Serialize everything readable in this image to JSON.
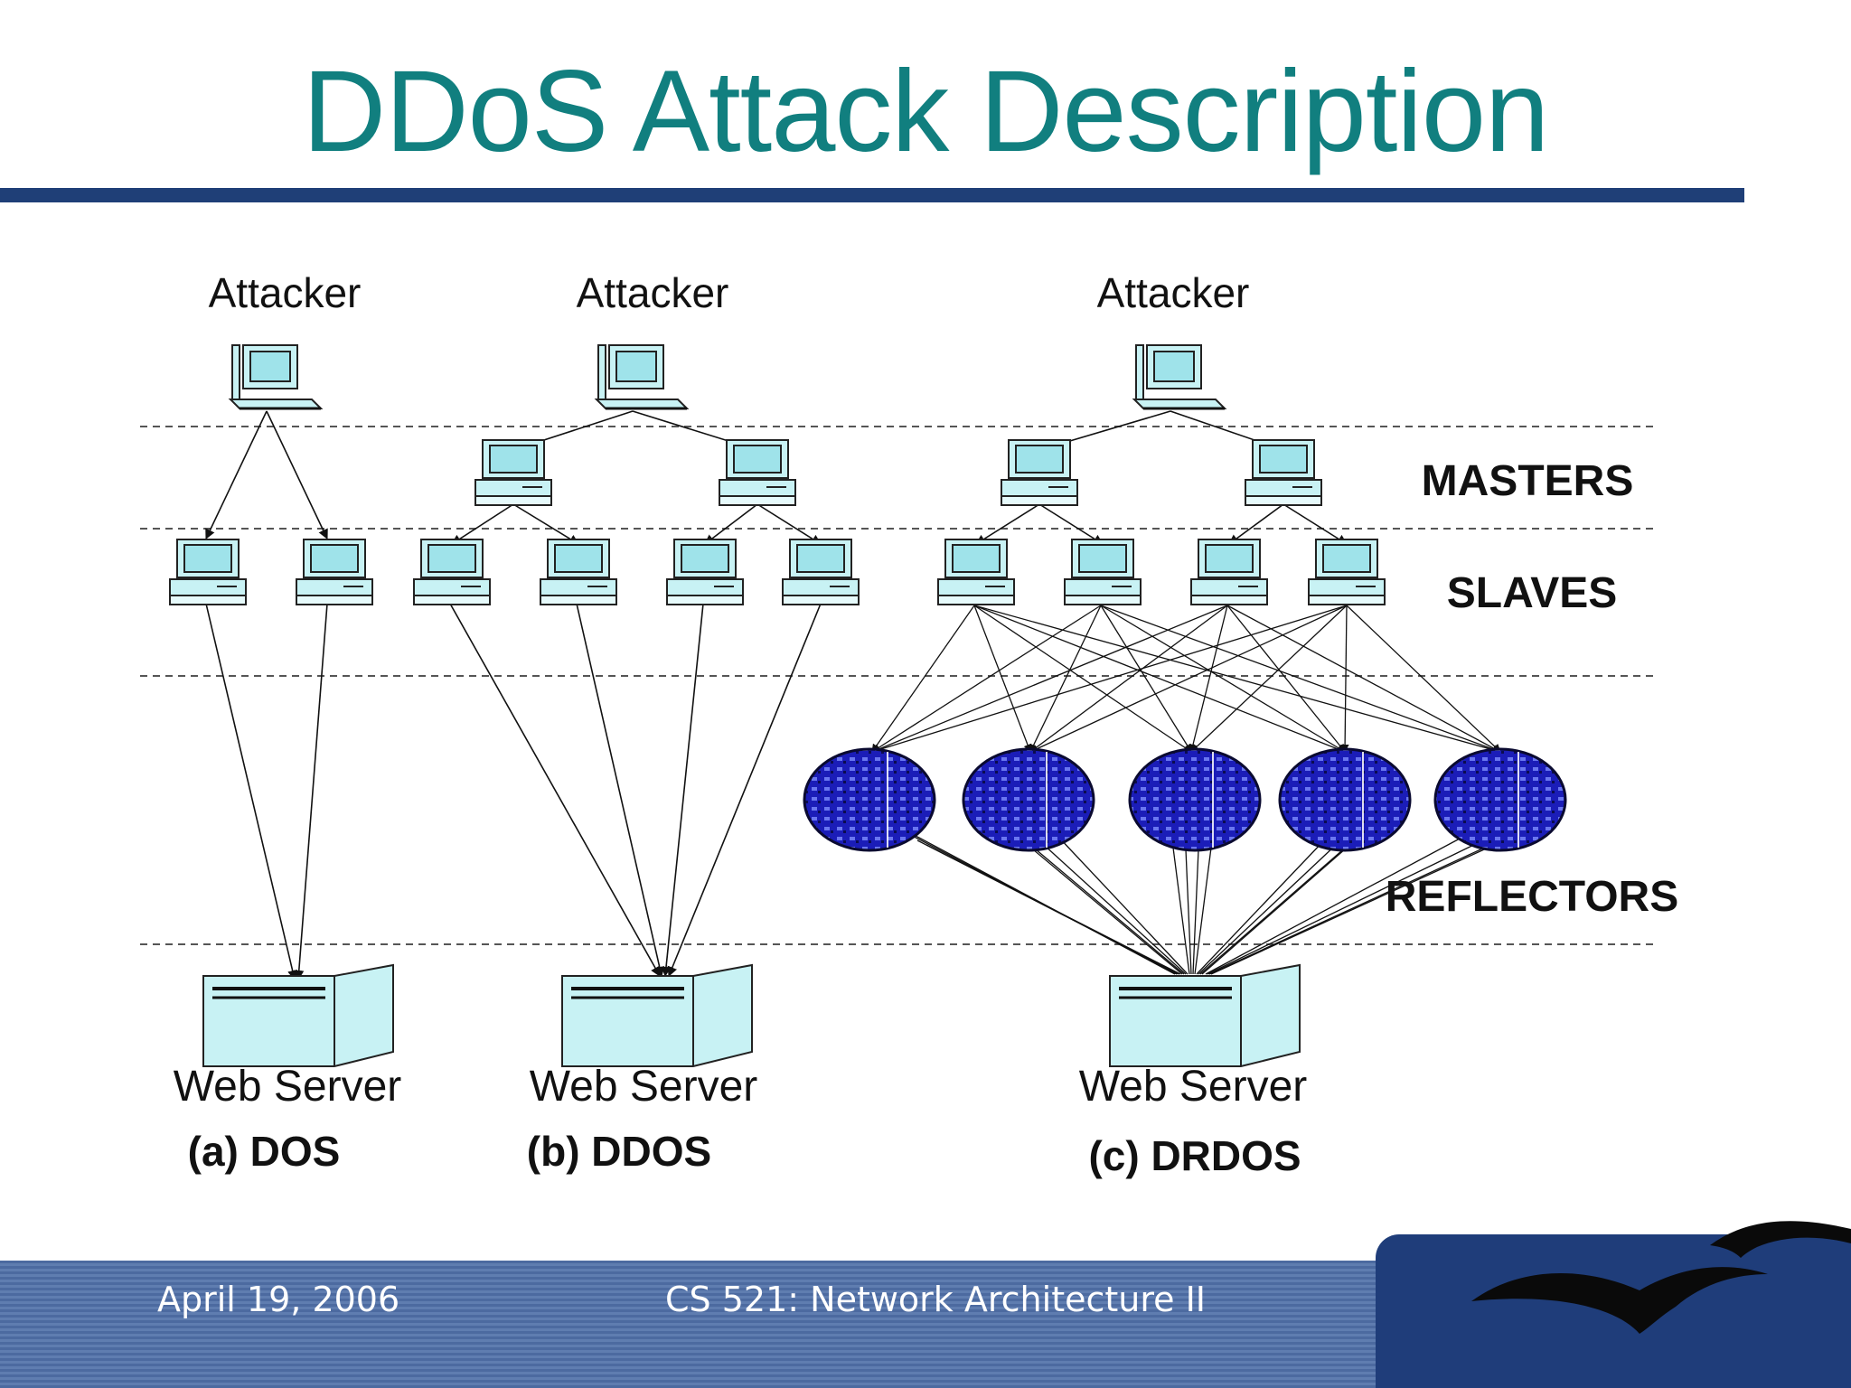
{
  "slide": {
    "title": "DDoS Attack Description"
  },
  "diagram": {
    "attacker_label": "Attacker",
    "layers": {
      "masters": "MASTERS",
      "slaves": "SLAVES",
      "reflectors": "REFLECTORS"
    },
    "server_label": "Web Server",
    "panels": [
      {
        "caption": "(a) DOS"
      },
      {
        "caption": "(b) DDOS"
      },
      {
        "caption": "(c) DRDOS"
      }
    ]
  },
  "footer": {
    "date": "April 19, 2006",
    "course": "CS 521: Network Architecture II"
  },
  "colors": {
    "title": "#117f7f",
    "rule": "#1f3f77",
    "footer_band": "#4c6aa0",
    "footer_panel": "#1f3d7a",
    "computer_fill": "#c8f2f4",
    "reflector_fill": "#1b1db8"
  }
}
